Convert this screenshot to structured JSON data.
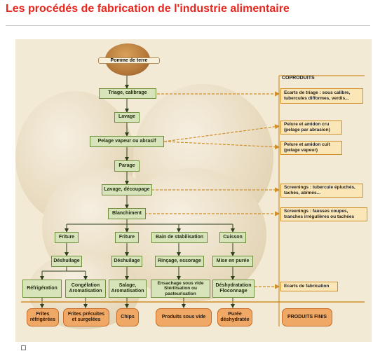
{
  "title": "Les procédés de fabrication de l'industrie alimentaire",
  "diagram": {
    "top": "Pomme de terre",
    "steps": {
      "triage": "Triage, calibrage",
      "lavage": "Lavage",
      "pelage": "Pelage vapeur ou abrasif",
      "parage": "Parage",
      "lavage_decoupage": "Lavage, découpage",
      "blanchiment": "Blanchiment",
      "friture1": "Friture",
      "friture2": "Friture",
      "bain": "Bain de stabilisation",
      "cuisson": "Cuisson",
      "deshuilage1": "Déshuilage",
      "deshuilage2": "Déshuilage",
      "rincage": "Rinçage, essorage",
      "puree": "Mise en purée",
      "refrigeration": "Réfrigération",
      "congelation": "Congélation\nAromatisation",
      "salage": "Salage,\nAromatisation",
      "ensachage": "Ensachage sous vide\nStérilisation ou pasteurisation",
      "deshydratation": "Déshydratation\nFloconnage"
    },
    "coproduits_title": "COPRODUITS",
    "coproduits": [
      "Ecarts de triage : sous calibre,\ntubercules difformes, verdis...",
      "Pelure et amidon cru\n(pelage par abrasion)",
      "Pelure et amidon cuit\n(pelage vapeur)",
      "Screenings : tubercule épluchés,\ntachés, abîmés...",
      "Screenings : fausses coupes,\ntranches irrégulières ou tachées",
      "Ecarts de fabrication"
    ],
    "produits": [
      "Frites\nréfrigérées",
      "Frites précuites\net surgelées",
      "Chips",
      "Produits sous vide",
      "Purée\ndéshydratée",
      "PRODUITS FINIS"
    ]
  },
  "colors": {
    "title": "#e8261c",
    "step_box": "#d7e3b8",
    "coproduit_box": "#fbe6b8",
    "arrow": "#d08f2a",
    "product": "#f0a866"
  }
}
